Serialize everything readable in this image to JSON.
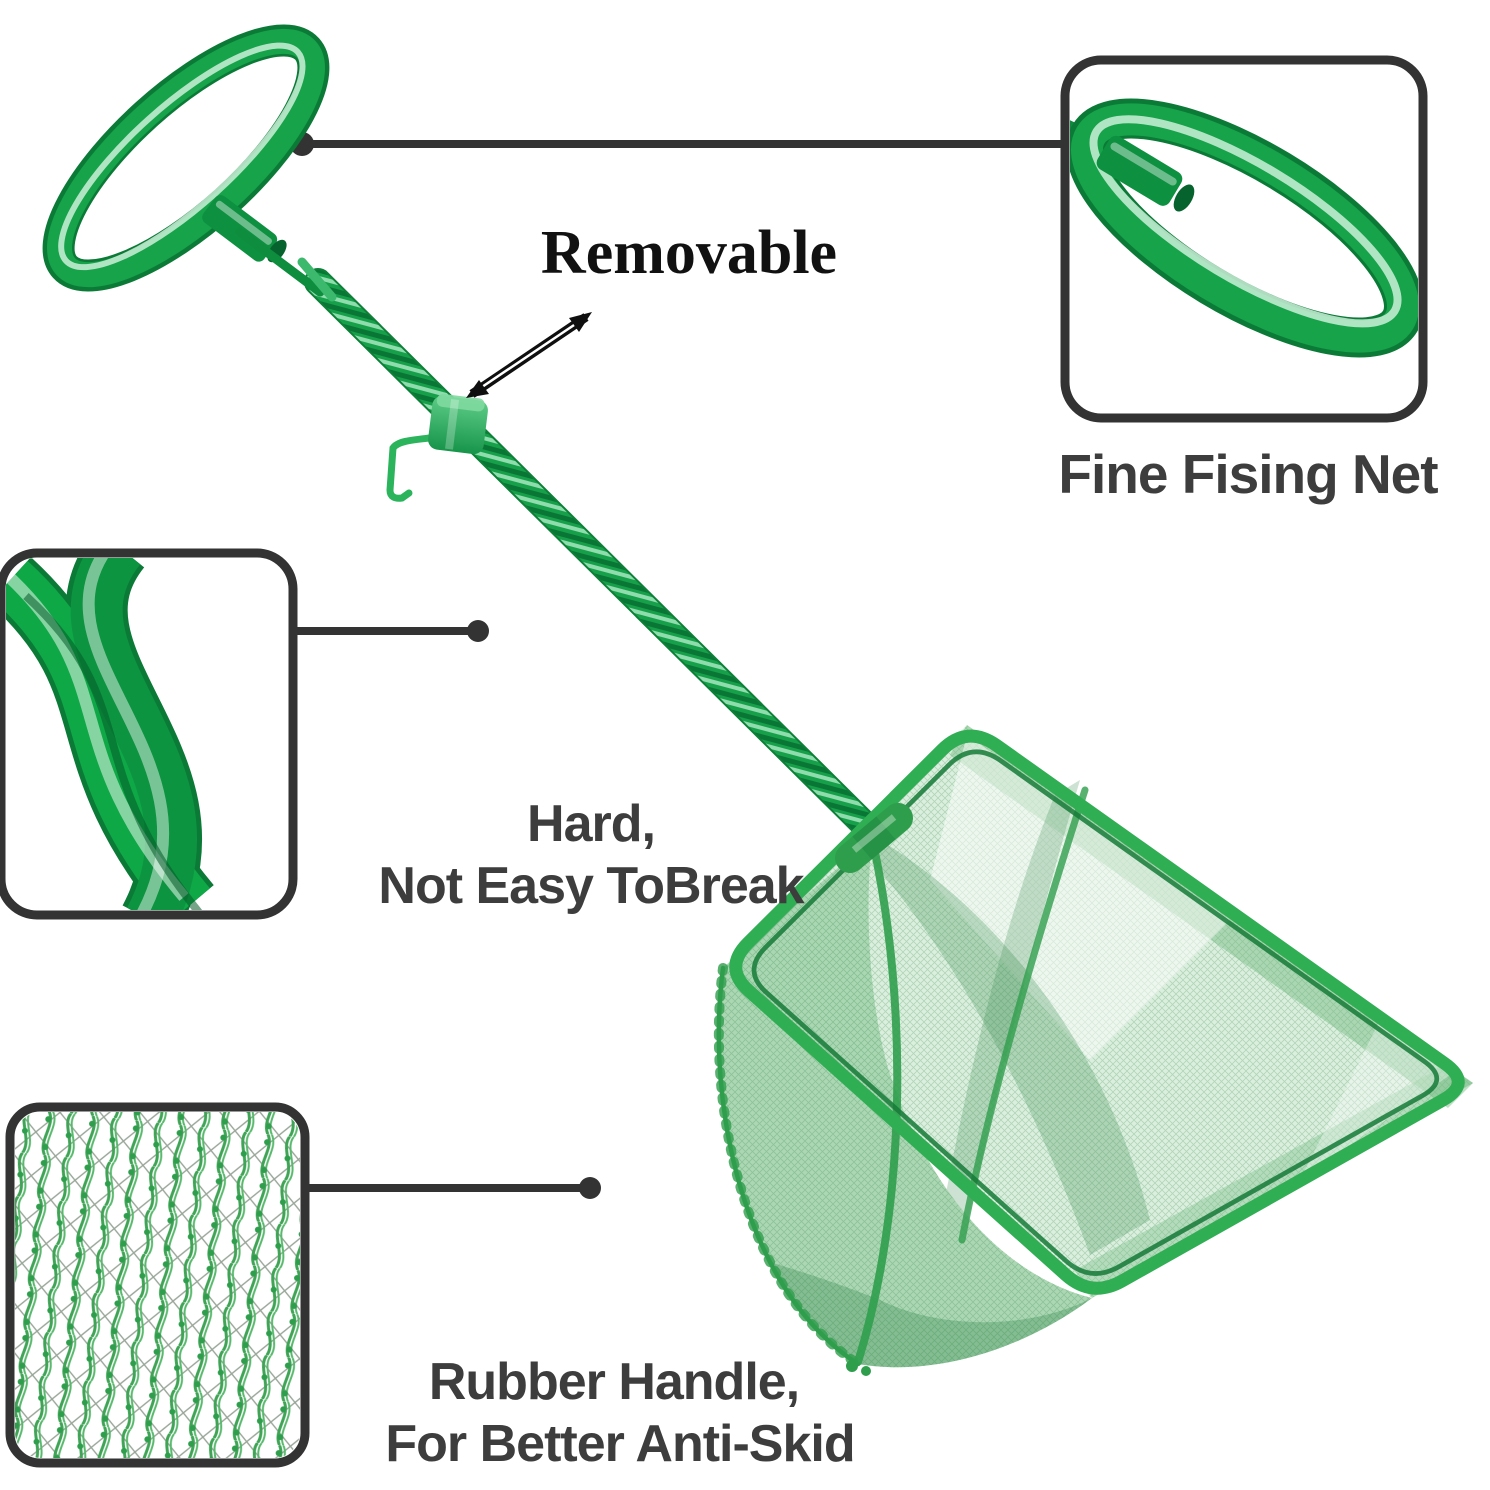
{
  "callouts": {
    "removable": {
      "label": "Removable"
    },
    "fine_net": {
      "label": "Fine Fising Net"
    },
    "hard": {
      "line1": "Hard,",
      "line2": "Not Easy ToBreak"
    },
    "rubber": {
      "line1": "Rubber Handle,",
      "line2": "For Better Anti-Skid"
    }
  },
  "colors": {
    "line": "#333333",
    "label_text": "#3d3d3d",
    "heading_text": "#111111",
    "green_primary": "#16a34a",
    "green_dark": "#0b7a36",
    "green_light": "#7fd9a0",
    "clip_green": "#2cb45c",
    "frame_green": "#2fae53",
    "mesh_green": "#a9d8b2",
    "seam_green": "#2f9e4c"
  }
}
